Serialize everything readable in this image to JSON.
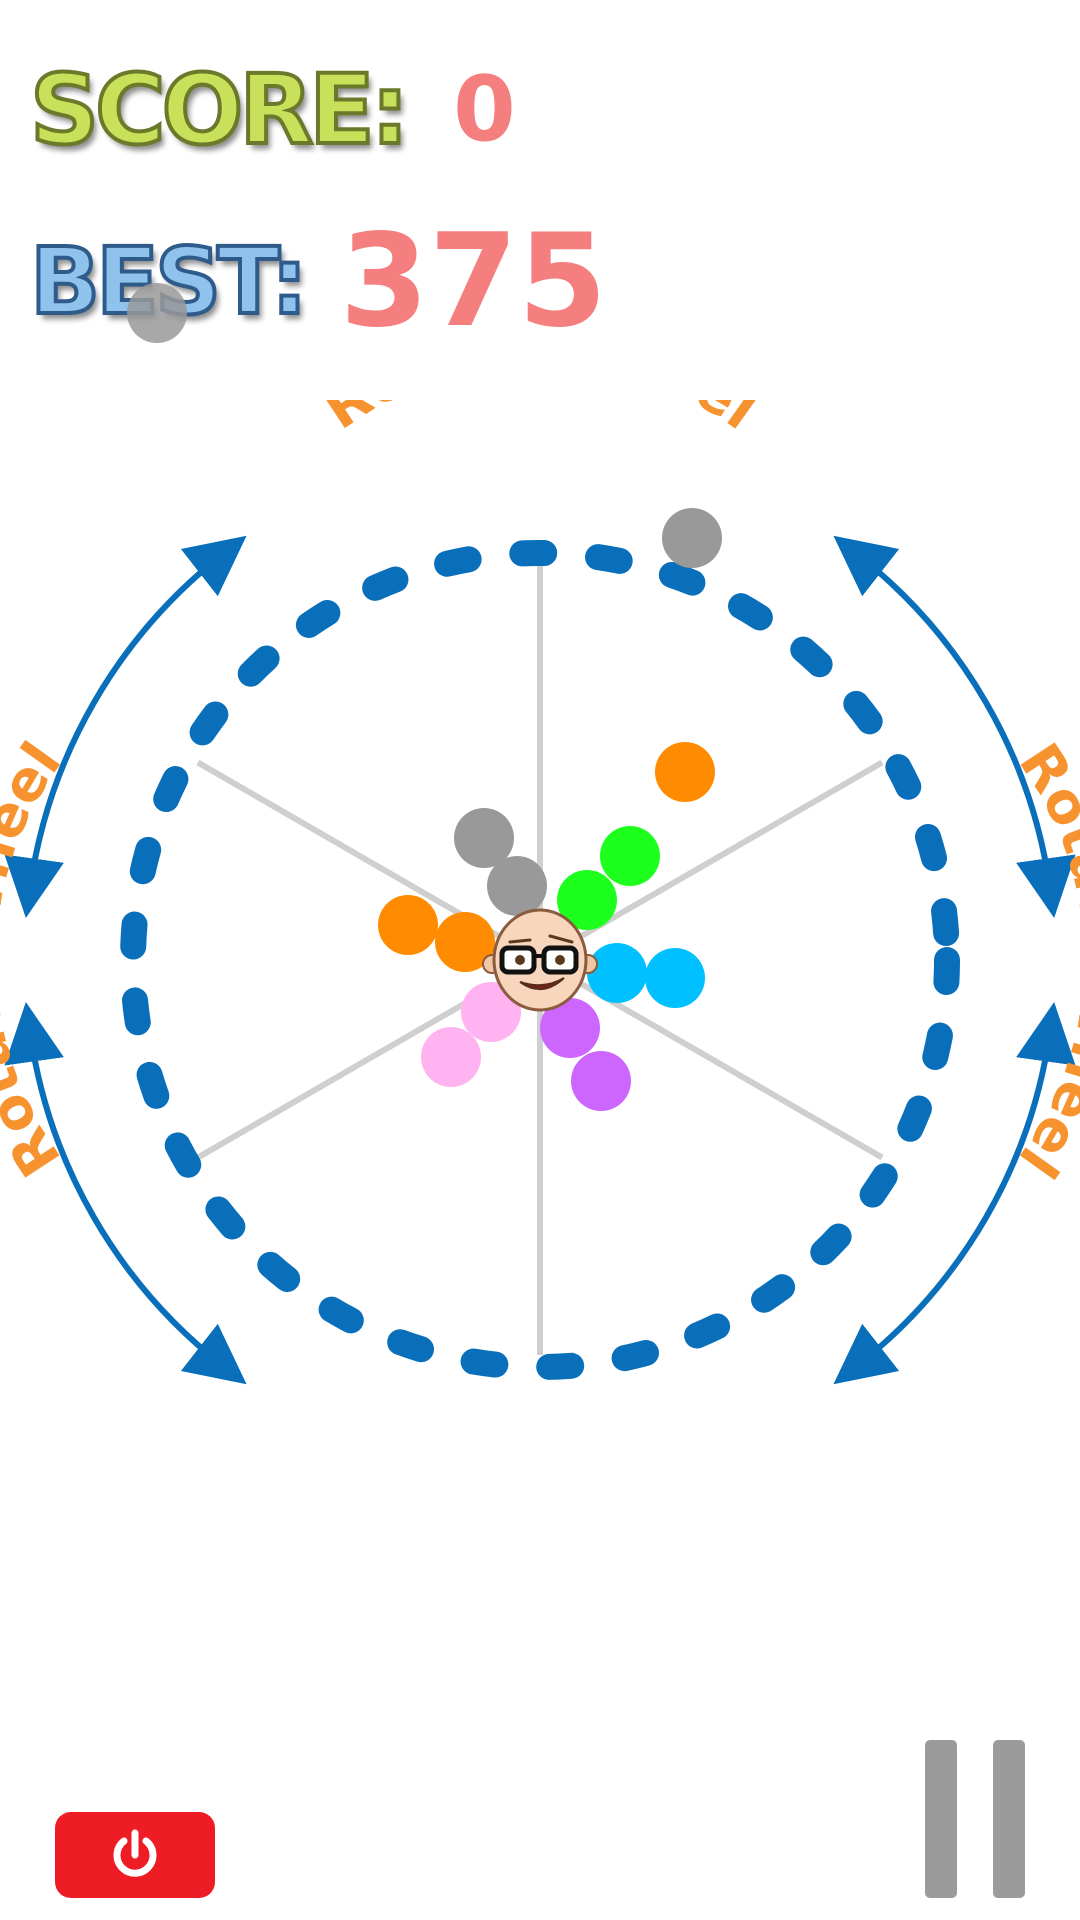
{
  "hud": {
    "score_label": "SCORE:",
    "score_value": "0",
    "best_label": "BEST:",
    "best_value": "375"
  },
  "wheel": {
    "rotate_label": "Rotate Wheel",
    "colors": {
      "arrow": "#0a6fba",
      "dash": "#0a6fba",
      "label": "#f7932e",
      "spoke": "#cfcfcf"
    }
  },
  "balls": [
    {
      "color": "#999999",
      "icon": "gray-ball"
    },
    {
      "color": "#999999",
      "icon": "gray-ball"
    },
    {
      "color": "#999999",
      "icon": "gray-ball"
    },
    {
      "color": "#999999",
      "icon": "gray-ball"
    },
    {
      "color": "#ff8c00",
      "icon": "orange-ball"
    },
    {
      "color": "#ff8c00",
      "icon": "orange-ball"
    },
    {
      "color": "#ff8c00",
      "icon": "orange-ball"
    },
    {
      "color": "#1dff1d",
      "icon": "green-ball"
    },
    {
      "color": "#1dff1d",
      "icon": "green-ball"
    },
    {
      "color": "#00c0ff",
      "icon": "cyan-ball"
    },
    {
      "color": "#00c0ff",
      "icon": "cyan-ball"
    },
    {
      "color": "#cc66ff",
      "icon": "purple-ball"
    },
    {
      "color": "#cc66ff",
      "icon": "purple-ball"
    },
    {
      "color": "#ffb3f0",
      "icon": "pink-ball"
    },
    {
      "color": "#ffb3f0",
      "icon": "pink-ball"
    }
  ],
  "controls": {
    "power_icon": "power-icon",
    "pause_icon": "pause-icon",
    "power_color": "#ee1c25",
    "pause_color": "#9b9b9b"
  }
}
